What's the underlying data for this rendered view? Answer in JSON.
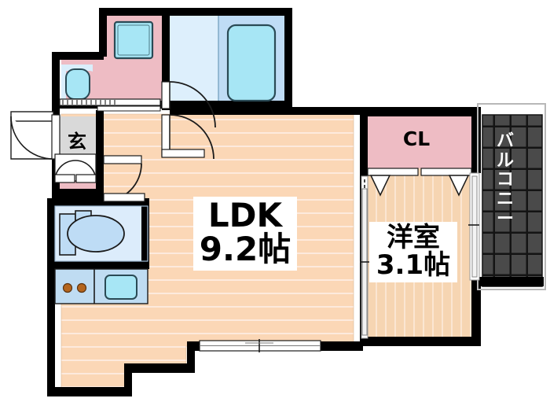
{
  "plan": {
    "title": "間取り図",
    "unit_suffix": "帖"
  },
  "rooms": {
    "ldk": {
      "name": "LDK",
      "size": "9.2帖",
      "fill": "#fbd7b6",
      "stripe": "#fdeadd"
    },
    "washitsu": {
      "name": "洋室",
      "size": "3.1帖",
      "fill": "#f6d5b2",
      "stripe": "#fbe6d2"
    },
    "closet": {
      "name": "CL",
      "fill": "#eebcc4"
    },
    "entrance": {
      "name": "玄",
      "fill": "#d9d9d9"
    },
    "balcony": {
      "name": "バルコニー",
      "chars": [
        "バ",
        "ル",
        "コ",
        "ニ",
        "ー"
      ],
      "fill": "#4a4a4a"
    },
    "sanitary": {
      "name": "洗面室",
      "fill": "#eebcc4"
    },
    "bath": {
      "name": "浴室",
      "fill": "#daeefb"
    },
    "toilet": {
      "name": "トイレ",
      "fill": "#dcecfb"
    },
    "kitchen": {
      "name": "キッチン",
      "fill": "#bfdcf2"
    }
  },
  "fixtures": {
    "bathtub": {
      "name": "bathtub",
      "fill": "#a7e6f5"
    },
    "washing_machine": {
      "name": "washing-machine-pan",
      "fill": "#a7e6f5"
    },
    "vanity_basin": {
      "name": "vanity-basin",
      "fill": "#a7e6f5"
    },
    "toilet_bowl": {
      "name": "toilet-bowl",
      "fill": "#bedcf5"
    },
    "toilet_tank": {
      "name": "toilet-tank",
      "fill": "#bedcf5"
    },
    "sink": {
      "name": "kitchen-sink",
      "fill": "#a7e6f5"
    },
    "stove_burners": {
      "name": "stove-burners",
      "count": 2,
      "fill": "#b5651d"
    }
  },
  "openings": {
    "front_door": "front-entrance-door",
    "shoe_doors": "entrance-double-door",
    "bath_door": "bath-door",
    "sanitary_door": "sanitary-door",
    "toilet_door": "toilet-door",
    "closet_doors": "closet-folding-doors",
    "room_sliding_door": "bedroom-sliding-door",
    "balcony_sliding_door": "balcony-sliding-door",
    "ldk_window": "ldk-window"
  },
  "colors": {
    "wall": "#000000",
    "floor_ldk": "#fbd7b6",
    "floor_room": "#f6d5b2",
    "closet_pink": "#eebcc4",
    "balcony_gray": "#4a4a4a",
    "bath_blue": "#daeefb",
    "water_blue": "#a7e6f5",
    "entrance_gray": "#d9d9d9",
    "outline": "#1b1b1b",
    "background": "#ffffff"
  }
}
